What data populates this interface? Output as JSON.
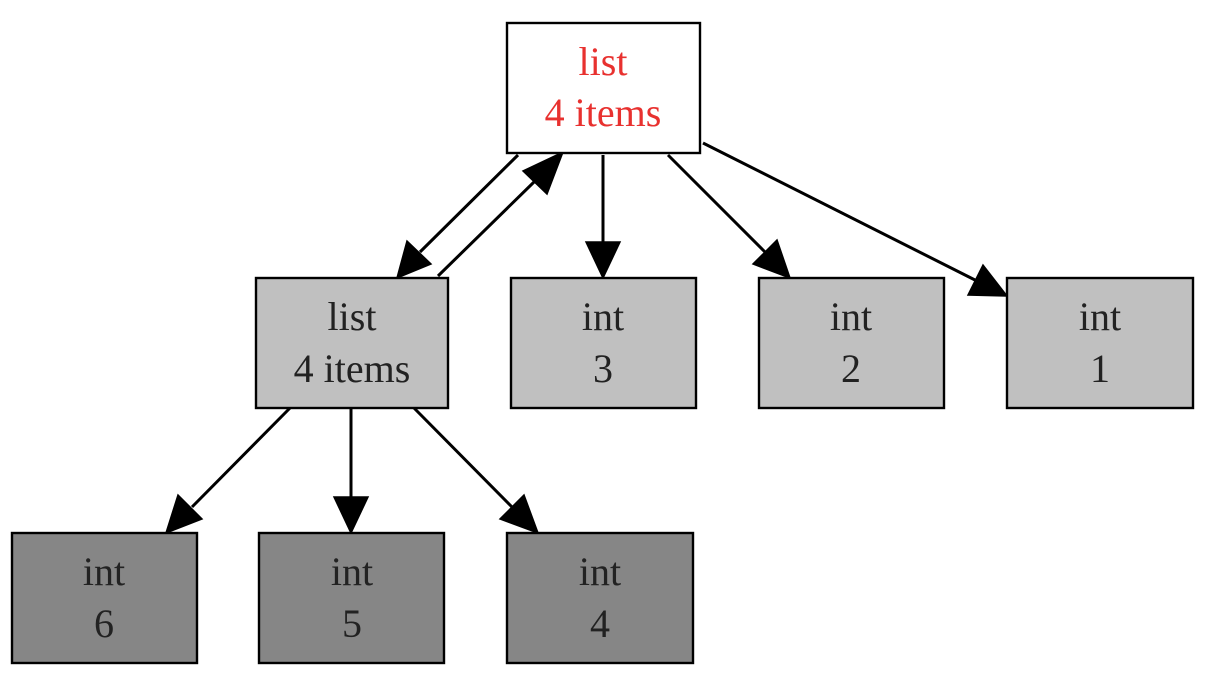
{
  "nodes": [
    {
      "id": "root",
      "line1": "list",
      "line2": "4 items",
      "fill": "#ffffff",
      "text_color": "#e8312f"
    },
    {
      "id": "inner-list",
      "line1": "list",
      "line2": "4 items",
      "fill": "#c0c0c0",
      "text_color": "#222222"
    },
    {
      "id": "int-3",
      "line1": "int",
      "line2": "3",
      "fill": "#c0c0c0",
      "text_color": "#222222"
    },
    {
      "id": "int-2",
      "line1": "int",
      "line2": "2",
      "fill": "#c0c0c0",
      "text_color": "#222222"
    },
    {
      "id": "int-1",
      "line1": "int",
      "line2": "1",
      "fill": "#c0c0c0",
      "text_color": "#222222"
    },
    {
      "id": "int-6",
      "line1": "int",
      "line2": "6",
      "fill": "#868686",
      "text_color": "#222222"
    },
    {
      "id": "int-5",
      "line1": "int",
      "line2": "5",
      "fill": "#868686",
      "text_color": "#222222"
    },
    {
      "id": "int-4",
      "line1": "int",
      "line2": "4",
      "fill": "#868686",
      "text_color": "#222222"
    }
  ],
  "edges": [
    {
      "from": "root",
      "to": "inner-list"
    },
    {
      "from": "inner-list",
      "to": "root"
    },
    {
      "from": "root",
      "to": "int-3"
    },
    {
      "from": "root",
      "to": "int-2"
    },
    {
      "from": "root",
      "to": "int-1"
    },
    {
      "from": "inner-list",
      "to": "int-6"
    },
    {
      "from": "inner-list",
      "to": "int-5"
    },
    {
      "from": "inner-list",
      "to": "int-4"
    }
  ]
}
